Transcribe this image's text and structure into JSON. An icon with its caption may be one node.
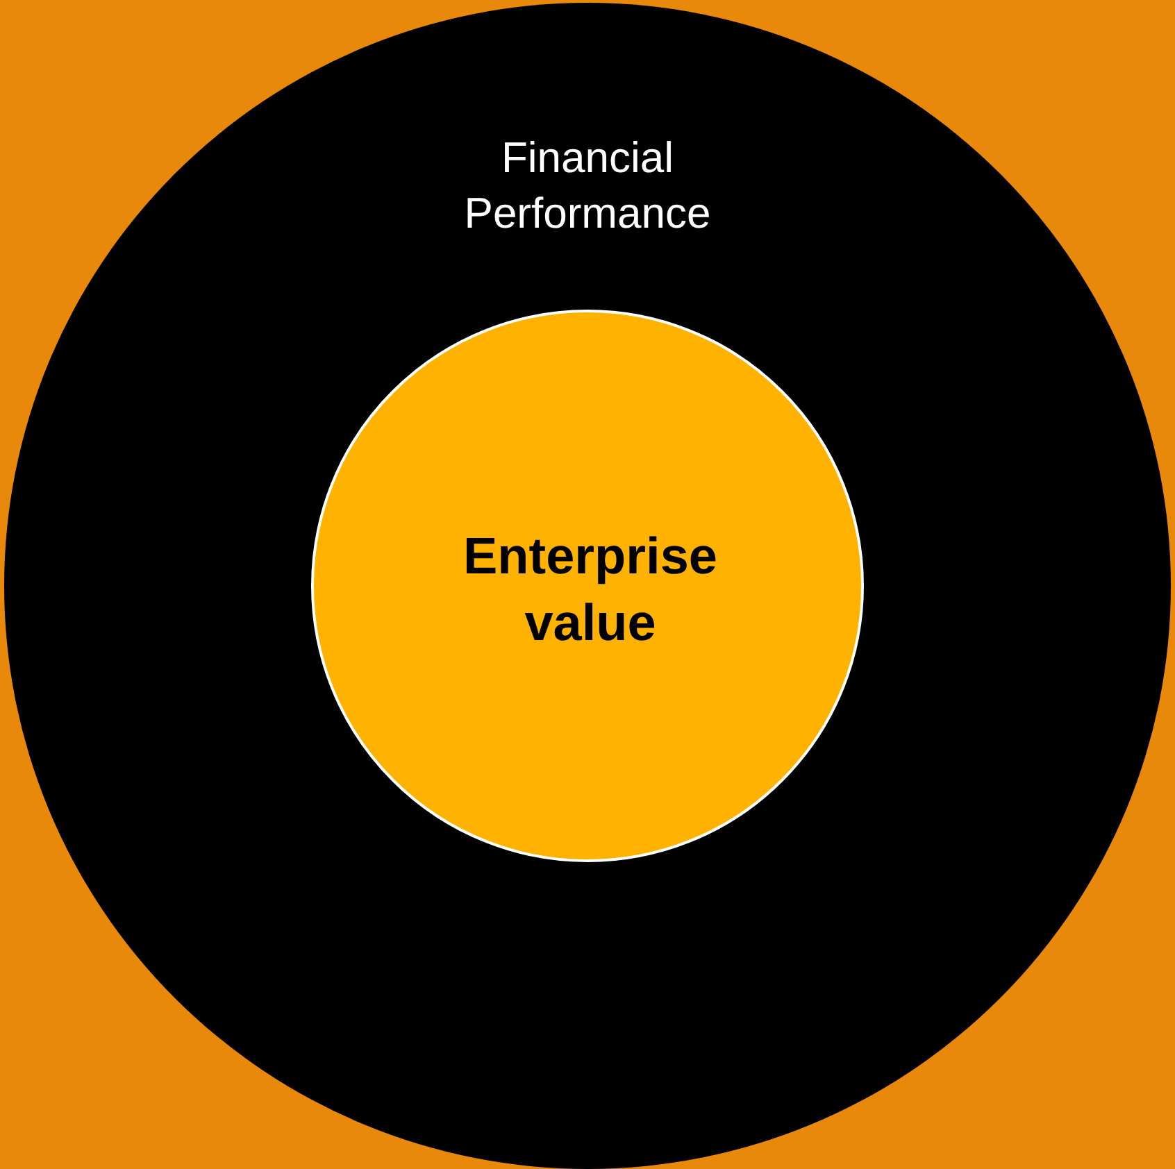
{
  "diagram": {
    "nodes": [
      {
        "text": [
          "Financial Performance"
        ]
      },
      {
        "text": [
          "Enterprise value"
        ],
        "in": 0
      }
    ]
  }
}
